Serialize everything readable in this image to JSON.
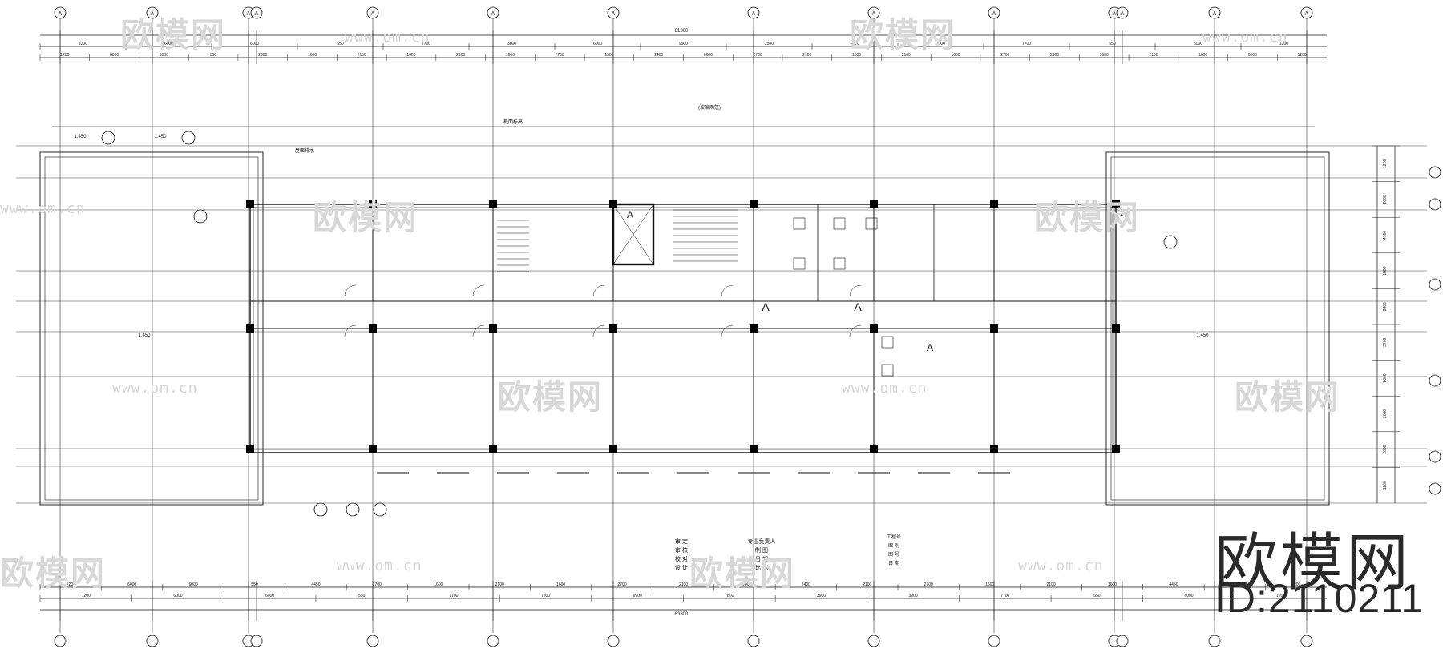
{
  "watermark": {
    "logo_text": "欧模网",
    "url_text": "www.om.cn"
  },
  "brand": {
    "name": "欧模网",
    "id_label": "ID:2110211"
  },
  "drawing": {
    "axis_bubble_label": "A",
    "total_dim_top": "81300",
    "total_dim_bottom": "83300",
    "top_dims_row1": [
      "1200",
      "6000",
      "6000",
      "550",
      "7700",
      "3800",
      "6000",
      "9900",
      "2500",
      "2500",
      "6900",
      "7700",
      "550",
      "6000",
      "1200"
    ],
    "top_dims_row2": [
      "1200",
      "6000",
      "6000",
      "550",
      "2900",
      "1600",
      "2100",
      "1600",
      "2100",
      "1600",
      "2700",
      "1500",
      "2400",
      "6600",
      "2700",
      "2100",
      "1600",
      "2100",
      "1600",
      "2700",
      "2900",
      "1600",
      "2100",
      "1600",
      "6000",
      "1200"
    ],
    "bottom_dims_row1": [
      "1200",
      "6000",
      "6000",
      "550",
      "4450",
      "2700",
      "1600",
      "2100",
      "1600",
      "2700",
      "2100",
      "9900",
      "2400",
      "2100",
      "2700",
      "1600",
      "2100",
      "1600",
      "4450",
      "6000",
      "1200"
    ],
    "bottom_dims_row2": [
      "1200",
      "6000",
      "6000",
      "550",
      "7700",
      "7800",
      "9900",
      "7800",
      "3900",
      "3900",
      "7700",
      "550",
      "6000",
      "1200"
    ],
    "right_dims": [
      "1200",
      "2000",
      "4100",
      "1800",
      "2400",
      "3700",
      "2000",
      "2000",
      "2000",
      "1200"
    ],
    "room_label_a": "A",
    "elevation_labels": [
      "1.450",
      "1.450",
      "1.450",
      "1.450",
      "1.450"
    ],
    "annotation_a": "板面标高",
    "note_label": "(玻璃雨篷)",
    "drawing_note": "屋面排水",
    "title_block": {
      "col1": [
        "审 定",
        "审 核",
        "校 对",
        "设 计"
      ],
      "col2": [
        "专业负责人",
        "制 图",
        "日 期",
        "比 例"
      ],
      "col3": [
        "工程号",
        "图 别",
        "图 号",
        "日 期"
      ]
    }
  },
  "colors": {
    "line": "#111111",
    "fill": "#000000",
    "watermark": "#d8d8d8",
    "background": "#ffffff"
  }
}
